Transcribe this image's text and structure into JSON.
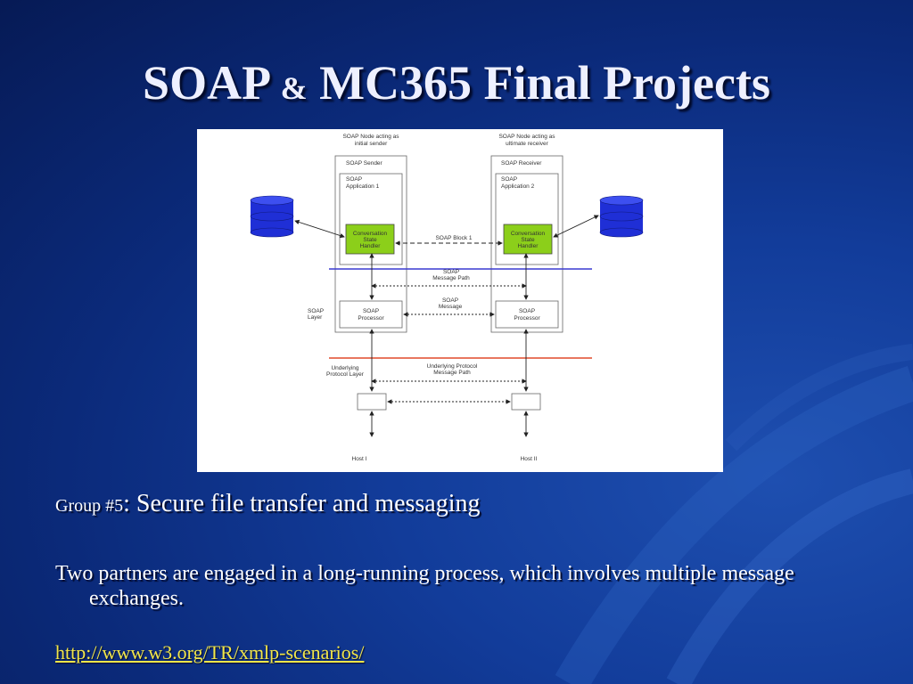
{
  "slide": {
    "title_part1": "SOAP",
    "title_amp": "&",
    "title_part2": "MC365 Final Projects",
    "group_prefix": "Group #5",
    "group_text": ": Secure file transfer and messaging",
    "description": "Two partners are engaged in a long-running process, which involves multiple message exchanges.",
    "link_text": "http://www.w3.org/TR/xmlp-scenarios/"
  },
  "diagram": {
    "sender_node_caption": [
      "SOAP Node acting as",
      "initial sender"
    ],
    "receiver_node_caption": [
      "SOAP Node acting as",
      "ultimate receiver"
    ],
    "sender_label": "SOAP Sender",
    "receiver_label": "SOAP Receiver",
    "app1_label": [
      "SOAP",
      "Application 1"
    ],
    "app2_label": [
      "SOAP",
      "Application 2"
    ],
    "handler_label": [
      "Conversation",
      "State",
      "Handler"
    ],
    "block_label": "SOAP Block 1",
    "message_path_label": [
      "SOAP",
      "Message Path"
    ],
    "message_label": [
      "SOAP",
      "Message"
    ],
    "processor_label": [
      "SOAP",
      "Processor"
    ],
    "soap_layer_label": [
      "SOAP",
      "Layer"
    ],
    "underlying_layer_label": [
      "Underlying",
      "Protocol Layer"
    ],
    "underlying_path_label": [
      "Underlying Protocol",
      "Message Path"
    ],
    "host1_label": "Host I",
    "host2_label": "Host II",
    "colors": {
      "handler_fill": "#8ccf1a",
      "database_fill": "#1f2fd6",
      "soap_divider": "#3a3ad0",
      "protocol_divider": "#e04a2a"
    }
  }
}
